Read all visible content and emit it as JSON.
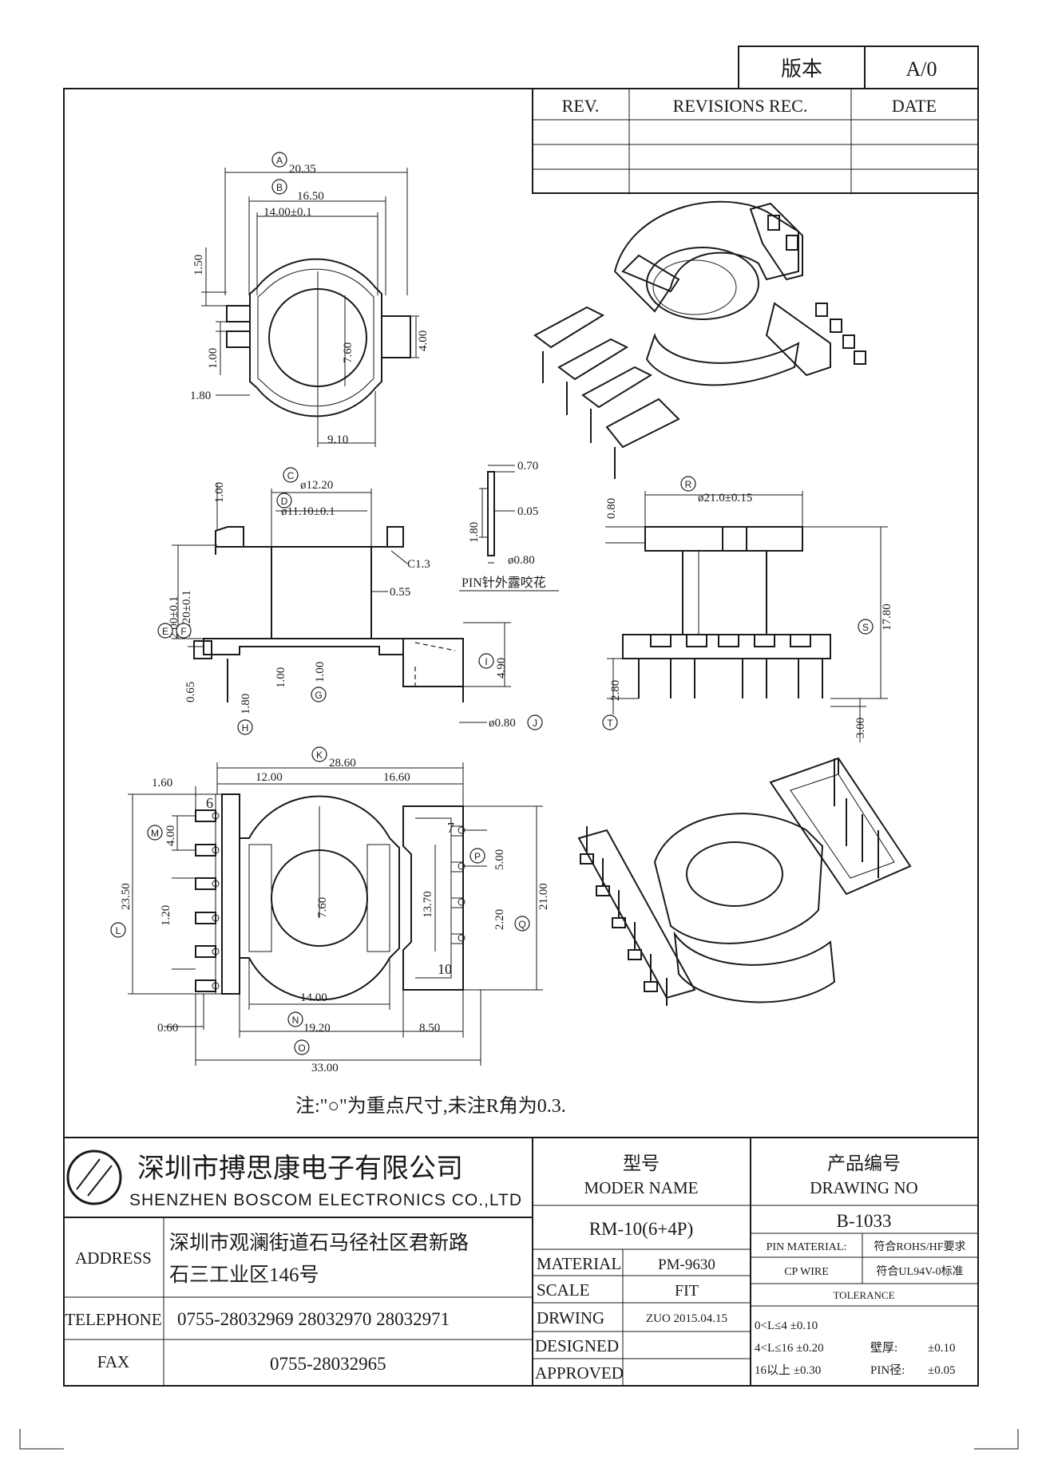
{
  "version_box": {
    "label": "版本",
    "value": "A/0"
  },
  "revisions": {
    "rev": "REV.",
    "rec": "REVISIONS REC.",
    "date": "DATE"
  },
  "note": "注:\"○\"为重点尺寸,未注R角为0.3.",
  "pin_note": "PIN针外露咬花",
  "dims": {
    "a": "20.35",
    "b": "16.50",
    "b2": "14.00±0.1",
    "d150": "1.50",
    "d760": "7.60",
    "d400": "4.00",
    "d100": "1.00",
    "d180": "1.80",
    "d910": "9.10",
    "p070": "0.70",
    "p005": "0.05",
    "p180": "1.80",
    "p080": "ø0.80",
    "c": "ø12.20",
    "d": "ø11.10±0.1",
    "c13": "C1.3",
    "d055": "0.55",
    "e": "2.00±0.1",
    "f": "10.20±0.1",
    "i": "4.90",
    "d065": "0.65",
    "h": "1.80",
    "g1": "1.00",
    "g": "1.00",
    "j": "ø0.80",
    "r": "ø21.0±0.15",
    "r080": "0.80",
    "s": "17.80",
    "t": "2.80",
    "d300": "3.00",
    "k": "28.60",
    "k1": "12.00",
    "k2": "16.60",
    "d160": "1.60",
    "m": "4.00",
    "l": "23.50",
    "d120": "1.20",
    "b760": "7.60",
    "b1370": "13.70",
    "p": "5.00",
    "d220": "2.20",
    "q": "21.00",
    "b1400": "14.00",
    "n": "19.20",
    "d850": "8.50",
    "o": "33.00",
    "d060": "0.60",
    "pin6": "6",
    "pin7": "7",
    "pin10": "10"
  },
  "circles": [
    "A",
    "B",
    "C",
    "D",
    "E",
    "F",
    "G",
    "H",
    "I",
    "J",
    "K",
    "L",
    "M",
    "N",
    "O",
    "P",
    "Q",
    "R",
    "S",
    "T"
  ],
  "title_block": {
    "company_cn": "深圳市搏思康电子有限公司",
    "company_en": "SHENZHEN BOSCOM ELECTRONICS CO.,LTD",
    "address_label": "ADDRESS",
    "address_1": "深圳市观澜街道石马径社区君新路",
    "address_2": "石三工业区146号",
    "telephone_label": "TELEPHONE",
    "telephone": "0755-28032969 28032970 28032971",
    "fax_label": "FAX",
    "fax": "0755-28032965",
    "model_cn": "型号",
    "model_en": "MODER NAME",
    "model": "RM-10(6+4P)",
    "drawing_cn": "产品编号",
    "drawing_en": "DRAWING NO",
    "drawing_no": "B-1033",
    "material_label": "MATERIAL",
    "material": "PM-9630",
    "scale_label": "SCALE",
    "scale": "FIT",
    "drwing_label": "DRWING",
    "drwing": "ZUO 2015.04.15",
    "designed_label": "DESIGNED",
    "approved_label": "APPROVED",
    "pin_material_label": "PIN MATERIAL:",
    "pin_material": "符合ROHS/HF要求",
    "cp_wire_label": "CP WIRE",
    "cp_wire": "符合UL94V-0标准",
    "tolerance_label": "TOLERANCE",
    "tol_1": "0<L≤4  ±0.10",
    "tol_2": "4<L≤16  ±0.20",
    "tol_3": "16以上    ±0.30",
    "wall_label": "壁厚:",
    "wall": "±0.10",
    "pin_dia_label": "PIN径:",
    "pin_dia": "±0.05"
  }
}
